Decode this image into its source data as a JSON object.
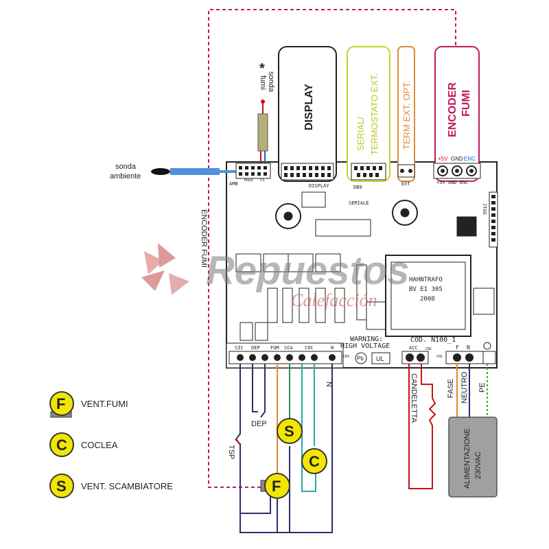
{
  "board": {
    "display": "DISPLAY",
    "serial": "SERIAL/\nTERMOSTATO EXT.",
    "term_ext": "TERM EXT. OPT.",
    "encoder": "ENCODER\nFUMI",
    "encoder_pins": {
      "plus5v": "+5V",
      "gnd": "GND",
      "enc": "ENC"
    },
    "encoder_side_label": "ENCODER FUMI",
    "probe_fumes": "sonda\nfumi",
    "probe_star": "*",
    "probe_room": "sonda\nambiente",
    "header_amb": "AMB",
    "header_h2o": "H2O",
    "header_tc": "TC",
    "header_display": "DISPLAY",
    "header_db9": "DB9",
    "header_seriale": "SERIALE",
    "header_ext": "EXT",
    "header_pins": "+5V GND ENC",
    "jtag": "JTAG",
    "transformer": [
      "HAHNTRAFO",
      "BV EI 305",
      "2008"
    ],
    "warning": "WARNING:\nHIGH VOLTAGE",
    "cod": "COD. N100_1",
    "ul": "UL",
    "pb": "Pb",
    "terminals": [
      "SIC",
      "DEP",
      "FUM",
      "SCA",
      "COC",
      "N"
    ],
    "acc_labels": [
      "ACC"
    ],
    "power_terms": [
      "F",
      "N"
    ],
    "cn3": "CN3",
    "cn2": "CN2",
    "ch1": "CH1",
    "candeletta": "CANDELETTA",
    "fase": "FASE",
    "neutro": "NEUTRO",
    "pe": "PE",
    "alimentazione": "ALIMENTAZIONE\n230VAC",
    "dep": "DEP",
    "tsp": "TSP",
    "n_label": "N",
    "motor_s": "S",
    "motor_c": "C",
    "motor_f": "F"
  },
  "legend": [
    {
      "letter": "F",
      "label": "VENT.FUMI"
    },
    {
      "letter": "C",
      "label": "COCLEA"
    },
    {
      "letter": "S",
      "label": "VENT. SCAMBIATORE"
    }
  ],
  "watermark": {
    "line1": "Repuestos",
    "line2": "Calefacción"
  },
  "colors": {
    "board_stroke": "#222222",
    "encoder_wire": "#c2185b",
    "display_box": "#222222",
    "serial_box": "#c8d22a",
    "term_box": "#e08a3c",
    "encoder_box": "#c2185b",
    "motor_fill": "#f2e600",
    "wire_orange": "#e8862a",
    "wire_green": "#2e8b57",
    "wire_teal": "#2aa6a6",
    "wire_navy": "#2b2d6e",
    "wire_red": "#cc1111",
    "wire_pe": "#3aaa35",
    "power_box": "#a0a0a0",
    "probe_blue": "#4f90e0",
    "probe_tan": "#b5b07a"
  }
}
